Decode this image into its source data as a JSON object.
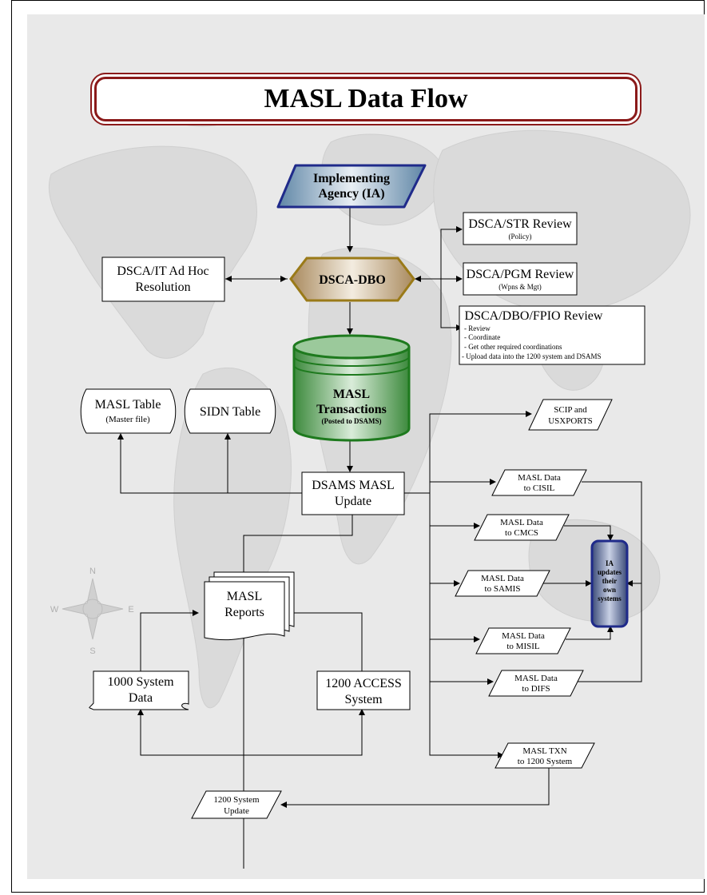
{
  "title": "MASL Data Flow",
  "nodes": {
    "ia": "Implementing Agency (IA)",
    "dbo": "DSCA-DBO",
    "it": "DSCA/IT Ad Hoc Resolution",
    "str": {
      "title": "DSCA/STR Review",
      "sub": "(Policy)"
    },
    "pgm": {
      "title": "DSCA/PGM Review",
      "sub": "(Wpns & Mgt)"
    },
    "fpio": {
      "title": "DSCA/DBO/FPIO Review",
      "items": [
        "- Review",
        "- Coordinate",
        "- Get other required coordinations",
        "- Upload data into the 1200 system and DSAMS"
      ]
    },
    "txn": {
      "title": "MASL Transactions",
      "sub": "(Posted to DSAMS)"
    },
    "masl_table": {
      "title": "MASL Table",
      "sub": "(Master file)"
    },
    "sidn_table": "SIDN Table",
    "dsams_update": "DSAMS MASL Update",
    "scip": "SCIP and USXPORTS",
    "cisil": "MASL Data to CISIL",
    "cmcs": "MASL Data to CMCS",
    "samis": "MASL Data to SAMIS",
    "misil": "MASL Data to MISIL",
    "difs": "MASL Data to DIFS",
    "txn1200": "MASL TXN to 1200 System",
    "ia_updates": "IA updates their own systems",
    "reports": "MASL Reports",
    "data1000": "1000 System Data",
    "access1200": "1200 ACCESS System",
    "update1200": "1200 System Update"
  },
  "compass": {
    "n": "N",
    "s": "S",
    "e": "E",
    "w": "W"
  },
  "colors": {
    "title_border": "#8b1a1a",
    "ia_fill": "#a9c4d8",
    "ia_border": "#1f2a8a",
    "dbo_fill": "#c8ae88",
    "dbo_border": "#9a7a18",
    "txn_fill": "#6eaa6e",
    "txn_border": "#1e7a1e",
    "ia_updates_fill": "#5a6a9a",
    "background": "#e9e9e9"
  }
}
